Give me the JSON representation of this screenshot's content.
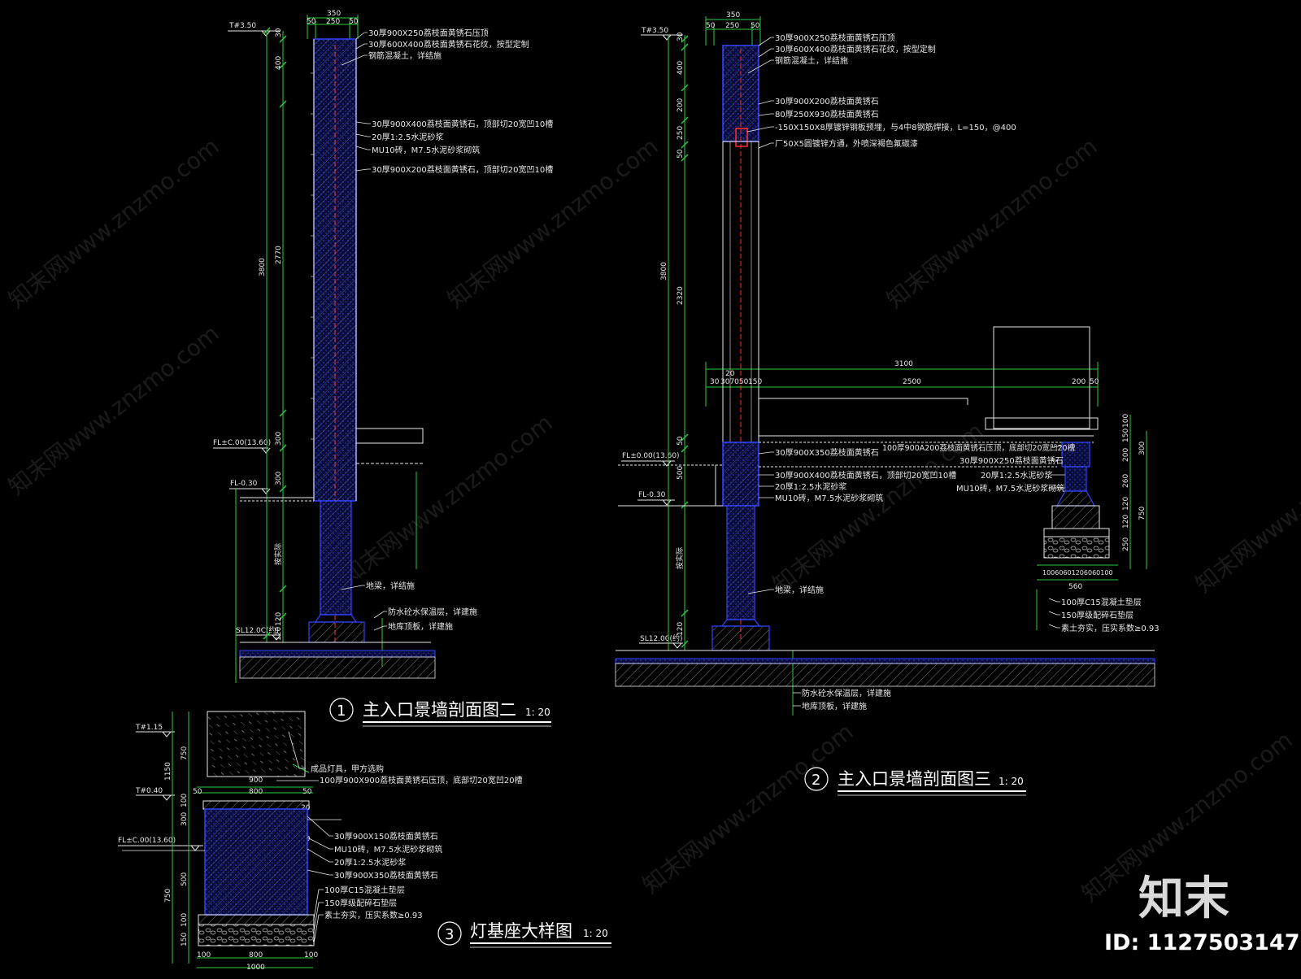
{
  "colors": {
    "background": "#000000",
    "outline": "#e8e8e8",
    "dimension": "#2ecc40",
    "fill_blue": "#2b3cff",
    "rebar": "#ff3030",
    "hatch": "#cfcfcf",
    "text": "#e8e8e8"
  },
  "watermark": {
    "text": "知末网www.znzmo.com"
  },
  "brand": {
    "logo": "知末",
    "id": "ID: 1127503147"
  },
  "section1": {
    "number": "1",
    "title": "主入口景墙剖面图二",
    "scale": "1: 20",
    "levels": {
      "top": "T#3.50",
      "fl": "FL±C.00(13.60)",
      "fl2": "FL-0.30",
      "sl": "SL12.0C(约)"
    },
    "dims": {
      "w_total": "350",
      "w_a": "50",
      "w_b": "250",
      "w_c": "50",
      "v1": "30",
      "v2": "400",
      "v3": "2770",
      "v4": "300",
      "v5": "300",
      "v6": "按实际",
      "v7": "120",
      "v8": "120",
      "total": "3800"
    },
    "notes": [
      "30厚900X250荔枝面黄锈石压顶",
      "30厚600X400荔枝面黄锈石花纹，按型定制",
      "钢筋混凝土，详结施",
      "30厚900X400荔枝面黄锈石，顶部切20宽凹10槽",
      "20厚1:2.5水泥砂浆",
      "MU10砖，M7.5水泥砂浆砌筑",
      "30厚900X200荔枝面黄锈石，顶部切20宽凹10槽",
      "地梁，详结施",
      "防水砼水保温层，详建施",
      "地库顶板，详建施"
    ]
  },
  "section2": {
    "number": "2",
    "title": "主入口景墙剖面图三",
    "scale": "1: 20",
    "levels": {
      "top": "T#3.50",
      "fl": "FL±0.00(13.60)",
      "fl2": "FL-0.30",
      "sl": "SL12.00(约)"
    },
    "dims": {
      "w_total": "350",
      "w_a": "50",
      "w_b": "250",
      "w_c": "50",
      "v1": "30",
      "v2": "400",
      "v3": "200",
      "v4": "250",
      "v5": "50",
      "v6": "2320",
      "v7": "50",
      "v8": "500",
      "v9": "按实际",
      "v10": "120",
      "total": "3800",
      "h_total": "3100",
      "h_main": "2500",
      "h_a": "30",
      "h_b": "20",
      "h_c": "307050",
      "h_d": "150",
      "h_e": "200",
      "h_f": "50",
      "r_1": "100",
      "r_2": "150",
      "r_3": "200",
      "r_4": "300",
      "r_5": "260",
      "r_6": "120",
      "r_7": "120",
      "r_8": "750",
      "r_9": "250",
      "b_row": "10060601206060100",
      "b_total": "560"
    },
    "notes": [
      "30厚900X250荔枝面黄锈石压顶",
      "30厚600X400荔枝面黄锈石花纹，按型定制",
      "钢筋混凝土，详结施",
      "30厚900X200荔枝面黄锈石",
      "80厚250X930荔枝面黄锈石",
      "-150X150X8厚镀锌钢板预埋，与4中8钢筋焊接，L=150，@400",
      "厂50X5圆镀锌方通，外喷深褐色氟碳漆",
      "30厚900X350荔枝面黄锈石",
      "30厚900X400荔枝面黄锈石，顶部切20宽凹10槽",
      "20厚1:2.5水泥砂浆",
      "MU10砖，M7.5水泥砂浆砌筑",
      "地梁，详结施",
      "100厚900A200荔枝面黄锈石压顶，底部切20宽凹20槽",
      "30厚900X250荔枝面黄锈石",
      "20厚1:2.5水泥砂浆",
      "MU10砖，M7.5水泥砂浆砌筑",
      "100厚C15混凝土垫层",
      "150厚级配碎石垫层",
      "素土夯实，压实系数≥0.93",
      "防水砼水保温层，详建施",
      "地库顶板，详建施"
    ]
  },
  "section3": {
    "number": "3",
    "title": "灯基座大样图",
    "scale": "1: 20",
    "levels": {
      "top": "T#1.15",
      "mid": "T#0.40",
      "fl": "FL±C.00(13.60)"
    },
    "dims": {
      "v1": "750",
      "v2": "1150",
      "v3": "100",
      "v4": "300",
      "v5": "500",
      "v6": "750",
      "v7": "150",
      "v8": "100",
      "w1": "900",
      "w2": "50",
      "w3": "800",
      "w4": "50",
      "w5": "20",
      "w6": "20",
      "b1": "100",
      "b2": "800",
      "b3": "100",
      "b_total": "1000"
    },
    "notes": [
      "成品灯具，甲方选购",
      "100厚900X900荔枝面黄锈石压顶，底部切20宽凹20槽",
      "30厚900X150荔枝面黄锈石",
      "MU10砖，M7.5水泥砂浆砌筑",
      "20厚1:2.5水泥砂浆",
      "30厚900X350荔枝面黄锈石",
      "100厚C15混凝土垫层",
      "150厚级配碎石垫层",
      "素土夯实，压实系数≥0.93"
    ]
  }
}
